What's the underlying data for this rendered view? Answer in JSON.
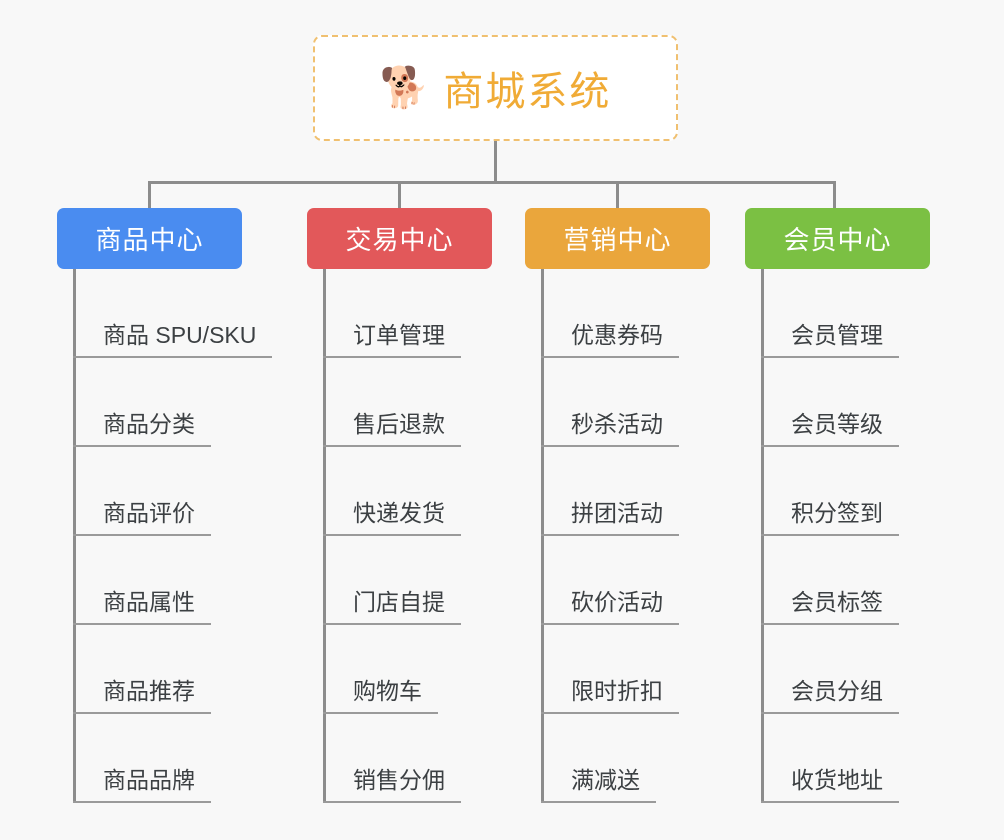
{
  "page": {
    "background_color": "#f8f8f8",
    "connector_color": "#8c8c8c"
  },
  "root": {
    "icon": "🐕",
    "icon_name": "shiba-dog-face-icon",
    "title": "商城系统",
    "text_color": "#f0ab36",
    "border_color": "#f0c070",
    "background_color": "#ffffff"
  },
  "columns": [
    {
      "id": "product-center",
      "title": "商品中心",
      "color": "#4a8cf0",
      "items": [
        "商品 SPU/SKU",
        "商品分类",
        "商品评价",
        "商品属性",
        "商品推荐",
        "商品品牌"
      ]
    },
    {
      "id": "trade-center",
      "title": "交易中心",
      "color": "#e2585a",
      "items": [
        "订单管理",
        "售后退款",
        "快递发货",
        "门店自提",
        "购物车",
        "销售分佣"
      ]
    },
    {
      "id": "marketing-center",
      "title": "营销中心",
      "color": "#eaa63c",
      "items": [
        "优惠券码",
        "秒杀活动",
        "拼团活动",
        "砍价活动",
        "限时折扣",
        "满减送"
      ]
    },
    {
      "id": "member-center",
      "title": "会员中心",
      "color": "#7bc043",
      "items": [
        "会员管理",
        "会员等级",
        "积分签到",
        "会员标签",
        "会员分组",
        "收货地址"
      ]
    }
  ]
}
